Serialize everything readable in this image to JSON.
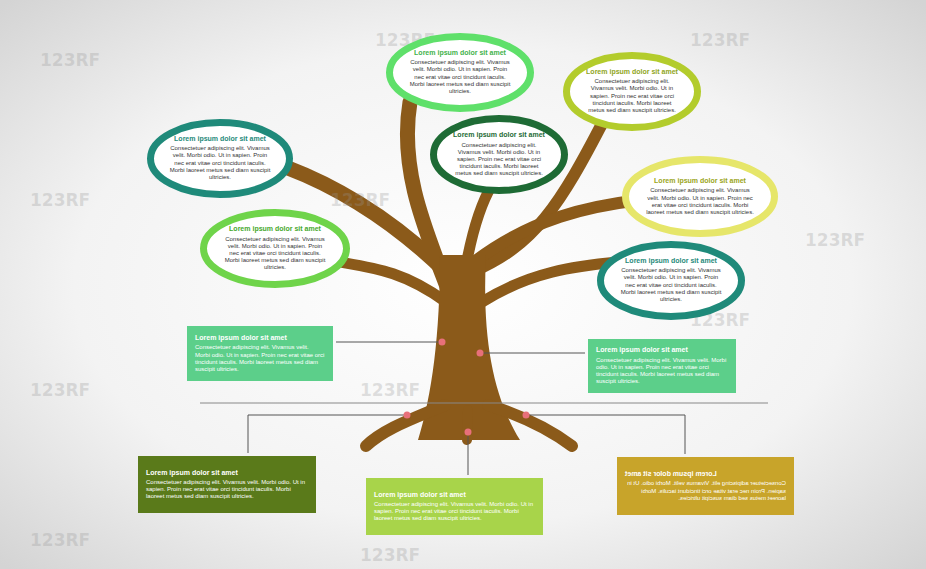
{
  "diagram": {
    "nodes": [
      {
        "text": [
          "Lorem ipsum dolor sit amet",
          "Consectetuer adipiscing elit. Vivamus velit. Morbi odio. Ut in sapien. Proin nec erat vitae orci tincidunt iaculis. Morbi laoreet metus sed diam suscipit ultricies."
        ]
      },
      {
        "text": [
          "Lorem ipsum dolor sit amet",
          "Consectetuer adipiscing elit. Vivamus velit. Morbi odio. Ut in sapien. Proin nec erat vitae orci tincidunt iaculis. Morbi laoreet metus sed diam suscipit ultricies."
        ]
      },
      {
        "text": [
          "Lorem ipsum dolor sit amet",
          "Consectetuer adipiscing elit. Vivamus velit. Morbi odio. Ut in sapien. Proin nec erat vitae orci tincidunt iaculis. Morbi laoreet metus sed diam suscipit ultricies."
        ]
      },
      {
        "text": [
          "Lorem ipsum dolor sit amet",
          "Consectetuer adipiscing elit. Vivamus velit. Morbi odio. Ut in sapien. Proin nec erat vitae orci tincidunt iaculis. Morbi laoreet metus sed diam suscipit ultricies."
        ]
      },
      {
        "text": [
          "Lorem ipsum dolor sit amet",
          "Consectetuer adipiscing elit. Vivamus velit. Morbi odio. Ut in sapien. Proin nec erat vitae orci tincidunt iaculis. Morbi laoreet metus sed diam suscipit ultricies."
        ]
      },
      {
        "text": [
          "Lorem ipsum dolor sit amet",
          "Consectetuer adipiscing elit. Vivamus velit. Morbi odio. Ut in sapien. Proin nec erat vitae orci tincidunt iaculis. Morbi laoreet metus sed diam suscipit ultricies."
        ]
      },
      {
        "text": [
          "Lorem ipsum dolor sit amet",
          "Consectetuer adipiscing elit. Vivamus velit. Morbi odio. Ut in sapien. Proin nec erat vitae orci tincidunt iaculis. Morbi laoreet metus sed diam suscipit ultricies."
        ]
      },
      {
        "text": [
          "Lorem ipsum dolor sit amet",
          "Consectetuer adipiscing elit. Vivamus velit. Morbi odio. Ut in sapien. Proin nec erat vitae orci tincidunt iaculis. Morbi laoreet metus sed diam suscipit ultricies."
        ]
      },
      {
        "text": [
          "Lorem ipsum dolor sit amet",
          "Consectetuer adipiscing elit. Vivamus velit. Morbi odio. Ut in sapien. Proin nec erat vitae orci tincidunt iaculis. Morbi laoreet metus sed diam suscipit ultricies."
        ]
      },
      {
        "text": [
          "Lorem ipsum dolor sit amet",
          "Consectetuer adipiscing elit. Vivamus velit. Morbi odio. Ut in sapien. Proin nec erat vitae orci tincidunt iaculis. Morbi laoreet metus sed diam suscipit ultricies."
        ]
      },
      {
        "text": [
          "Lorem ipsum dolor sit amet",
          "Consectetuer adipiscing elit. Vivamus velit. Morbi odio. Ut in sapien. Proin nec erat vitae orci tincidunt iaculis. Morbi laoreet metus sed diam suscipit ultricies."
        ]
      },
      {
        "text": [
          "Lorem ipsum dolor sit amet",
          "Consectetuer adipiscing elit. Vivamus velit. Morbi odio. Ut in sapien. Proin nec erat vitae orci tincidunt iaculis. Morbi laoreet metus sed diam suscipit ultricies."
        ]
      }
    ],
    "labels": [
      "123RF",
      "123RF",
      "123RF",
      "123RF",
      "123RF",
      "123RF",
      "123RF",
      "123RF",
      "123RF",
      "123RF",
      "123RF"
    ]
  }
}
